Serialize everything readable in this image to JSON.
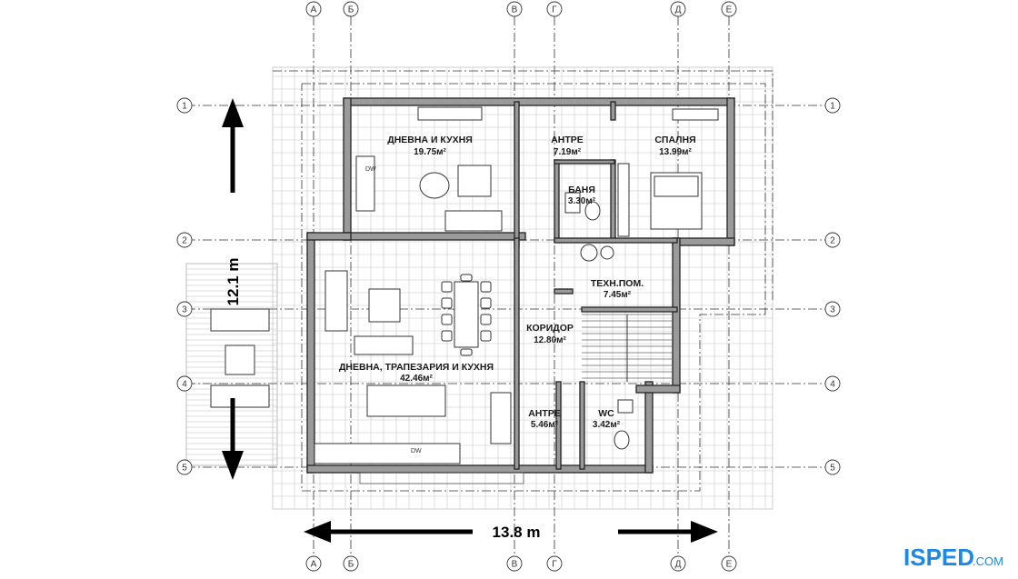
{
  "rooms": [
    {
      "name": "ДНЕВНА И КУХНЯ",
      "area": "19.75м²"
    },
    {
      "name": "АНТРЕ",
      "area": "7.19м²"
    },
    {
      "name": "СПАЛНЯ",
      "area": "13.99м²"
    },
    {
      "name": "БАНЯ",
      "area": "3.30м²"
    },
    {
      "name": "ТЕХН.ПОМ.",
      "area": "7.45м²"
    },
    {
      "name": "КОРИДОР",
      "area": "12.80м²"
    },
    {
      "name": "ДНЕВНА, ТРАПЕЗАРИЯ И КУХНЯ",
      "area": "42.46м²"
    },
    {
      "name": "АНТРЕ",
      "area": "5.46м²"
    },
    {
      "name": "WC",
      "area": "3.42м²"
    }
  ],
  "dimensions": {
    "width": "13.8 m",
    "depth": "12.1 m"
  },
  "axes": {
    "letters": [
      "А",
      "Б",
      "В",
      "Г",
      "Д",
      "Е"
    ],
    "numbers": [
      "1",
      "2",
      "3",
      "4",
      "5"
    ]
  },
  "appliance_labels": {
    "dishwasher": "DW"
  },
  "logo": {
    "text": "ISPED",
    "suffix": ".COM",
    "color": "#1e88e5"
  }
}
